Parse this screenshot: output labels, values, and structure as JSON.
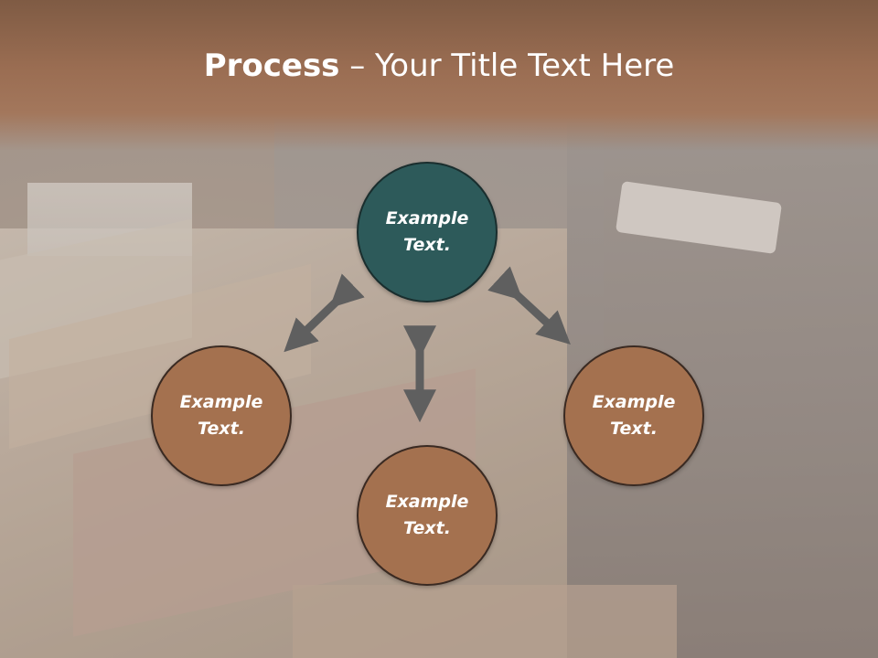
{
  "title": {
    "bold": "Process",
    "rest": " – Your Title Text Here"
  },
  "nodes": {
    "top": {
      "line1": "Example",
      "line2": "Text."
    },
    "left": {
      "line1": "Example",
      "line2": "Text."
    },
    "right": {
      "line1": "Example",
      "line2": "Text."
    },
    "bottom": {
      "line1": "Example",
      "line2": "Text."
    }
  },
  "colors": {
    "title_band": "#9a6d52",
    "node_brown": "#a4714f",
    "node_teal": "#2d5a5a",
    "arrow": "#5f5f5f"
  },
  "icons": [
    "double-arrow-icon"
  ]
}
